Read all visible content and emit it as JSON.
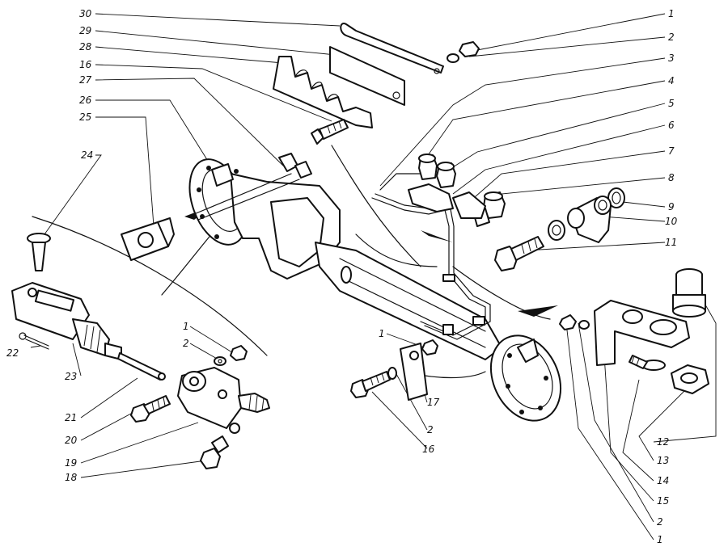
{
  "callouts": {
    "n30": "30",
    "n29": "29",
    "n28": "28",
    "n16_top": "16",
    "n27": "27",
    "n26": "26",
    "n25": "25",
    "n24": "24",
    "n22": "22",
    "n23": "23",
    "n21": "21",
    "n20": "20",
    "n19": "19",
    "n18": "18",
    "n1_mid": "1",
    "n2_mid": "2",
    "n1_center": "1",
    "n17": "17",
    "n2_center": "2",
    "n16_bottom": "16",
    "n1_tr": "1",
    "n2_tr": "2",
    "n3": "3",
    "n4": "4",
    "n5": "5",
    "n6": "6",
    "n7": "7",
    "n8": "8",
    "n9": "9",
    "n10": "10",
    "n11": "11",
    "n12": "12",
    "n13": "13",
    "n14": "14",
    "n15": "15",
    "n2_br": "2",
    "n1_br": "1"
  },
  "icons": [
    "brake-cylinder",
    "brake-pipe",
    "pipe-clamp",
    "hose-union",
    "tee-fitting",
    "bracket",
    "bolt",
    "nut",
    "washer",
    "clevis-pin",
    "cotter-pin",
    "push-rod"
  ],
  "colors": {
    "ink": "#111111",
    "paper": "#ffffff"
  }
}
